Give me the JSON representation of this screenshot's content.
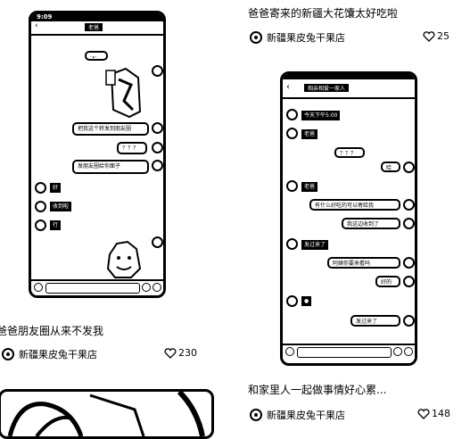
{
  "cards": [
    {
      "title": "爸爸朋友圈从来不发我",
      "author": "新疆果皮兔干果店",
      "likes": "230",
      "phone": {
        "status_time": "9:09",
        "chat_title": "老爸",
        "messages": [
          {
            "side": "right",
            "text": "把我这个转发到朋友圈"
          },
          {
            "side": "right",
            "text": "？？？"
          },
          {
            "side": "right",
            "text": "发朋友圈给你面子"
          },
          {
            "side": "left",
            "text": "好"
          },
          {
            "side": "left",
            "text": "收到啦"
          },
          {
            "side": "left",
            "text": "行"
          }
        ]
      }
    },
    {
      "title": "爸爸寄来的新疆大花馕太好吃啦",
      "author": "新疆果皮兔干果店",
      "likes": "25",
      "phone": {
        "chat_title": "相亲相爱一家人",
        "messages": [
          {
            "side": "left",
            "text": "今天下午5:00"
          },
          {
            "side": "left",
            "text": "老爸"
          },
          {
            "side": "right",
            "text": "？？？"
          },
          {
            "side": "right",
            "text": "哈"
          },
          {
            "side": "left",
            "text": "老爸"
          },
          {
            "side": "right",
            "text": "有什么好吃的可以寄给我"
          },
          {
            "side": "right",
            "text": "我这边收到了"
          },
          {
            "side": "left",
            "text": "发过来了"
          },
          {
            "side": "right",
            "text": "阿姨你要来看吗"
          },
          {
            "side": "right",
            "text": "好的"
          },
          {
            "side": "left",
            "text": "●"
          },
          {
            "side": "right",
            "text": "发过来了"
          }
        ]
      }
    },
    {
      "title": "和家里人一起做事情好心累...",
      "author": "新疆果皮兔干果店",
      "likes": "148"
    }
  ],
  "icons": {
    "heart": "heart-icon",
    "author_avatar": "shop-avatar-icon",
    "back": "back-arrow-icon",
    "voice": "voice-icon",
    "emoji": "emoji-icon",
    "add": "plus-icon"
  }
}
